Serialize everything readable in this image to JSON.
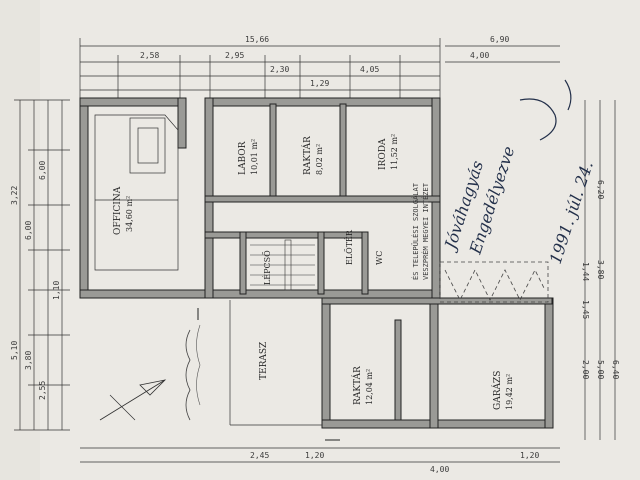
{
  "dimensions_top": [
    "15,66",
    "2,58",
    "2,95",
    "2,30",
    "4,05",
    "1,29",
    "6,90"
  ],
  "dimensions_right": [
    "4,00",
    "6,20",
    "3,80",
    "1,44",
    "1,45",
    "2,00",
    "5,00",
    "6,40"
  ],
  "dimensions_left": [
    "3,22",
    "6,00",
    "5,10",
    "3,80",
    "2,55",
    "6,00",
    "1,10"
  ],
  "dimensions_bottom": [
    "2,45",
    "1,20",
    "4,00",
    "1,20"
  ],
  "rooms": {
    "officina": "OFFICINA",
    "officina_area": "34,60 m²",
    "labor": "LABOR",
    "labor_area": "10,01 m²",
    "raktar": "RAKTÁR",
    "raktar_area": "8,02 m²",
    "iroda": "IRODA",
    "iroda_area": "11,52 m²",
    "wc": "WC",
    "eloter": "ELŐTÉR",
    "terasz": "TERASZ",
    "lepcso": "LÉPCSŐ",
    "raktar2": "RAKTÁR",
    "raktar2_area": "12,04 m²",
    "garazs": "GARÁZS",
    "garazs_area": "19,42 m²"
  },
  "handwriting": {
    "line1": "Jóváhagyás",
    "line2": "Engedélyezve",
    "date": "1991. júl. 24."
  },
  "stamp": {
    "line1": "ÉS TELEPÜLÉSI SZOLGÁLAT",
    "line2": "VESZPRÉM MEGYEI INTÉZET"
  }
}
